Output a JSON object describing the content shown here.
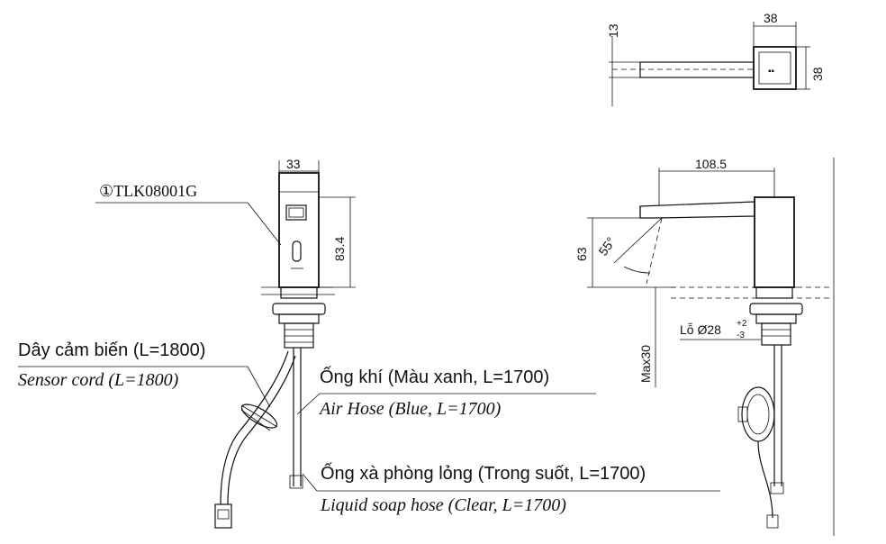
{
  "dimensions": {
    "top_height": "13",
    "top_width": "38",
    "top_depth": "38",
    "front_width": "33",
    "front_height": "83.4",
    "side_length": "108.5",
    "side_height": "63",
    "angle": "55°",
    "max_thickness": "Max30",
    "hole_prefix": "Lỗ Ø28",
    "hole_tol_plus": "+2",
    "hole_tol_minus": "-3"
  },
  "labels": {
    "model": "①TLK08001G",
    "sensor_cord_vi": "Dây cảm biến (L=1800)",
    "sensor_cord_en": "Sensor cord (L=1800)",
    "air_hose_vi": "Ống khí (Màu xanh, L=1700)",
    "air_hose_en": "Air Hose (Blue, L=1700)",
    "soap_hose_vi": "Ống xà phòng lỏng (Trong suốt, L=1700)",
    "soap_hose_en": "Liquid soap hose (Clear, L=1700)"
  }
}
